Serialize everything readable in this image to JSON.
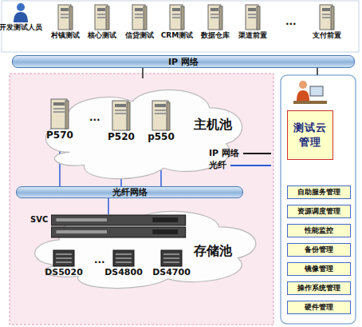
{
  "diagram": {
    "nodes": [
      {
        "text": [
          "开发测试人员"
        ]
      },
      {
        "text": [
          "村镇测试"
        ]
      },
      {
        "text": [
          "核心测试"
        ]
      },
      {
        "text": [
          "信贷测试"
        ]
      },
      {
        "text": [
          "CRM测试"
        ]
      },
      {
        "text": [
          "数据仓库"
        ]
      },
      {
        "text": [
          "渠道前置"
        ]
      },
      {
        "text": [
          "支付前置"
        ]
      },
      {
        "text": [
          "IP 网络"
        ]
      },
      {
        "text": [
          "主机池"
        ]
      },
      {
        "text": [
          "P570"
        ],
        "in": 9
      },
      {
        "text": [
          "P520"
        ],
        "in": 9
      },
      {
        "text": [
          "p550"
        ],
        "in": 9
      },
      {
        "text": [
          "光纤网络"
        ]
      },
      {
        "text": [
          "存储池"
        ]
      },
      {
        "text": [
          "SVC"
        ],
        "in": 14
      },
      {
        "text": [
          "DS5020"
        ],
        "in": 14
      },
      {
        "text": [
          "DS4800"
        ],
        "in": 14
      },
      {
        "text": [
          "DS4700"
        ],
        "in": 14
      },
      {
        "text": [
          "测试云管理"
        ]
      },
      {
        "text": [
          "自助服务管理"
        ]
      },
      {
        "text": [
          "资源调度管理"
        ]
      },
      {
        "text": [
          "性能监控"
        ]
      },
      {
        "text": [
          "备份管理"
        ]
      },
      {
        "text": [
          "镜像管理"
        ]
      },
      {
        "text": [
          "操作系统管理"
        ]
      },
      {
        "text": [
          "硬件管理"
        ]
      }
    ],
    "edges": [
      {
        "from": 8,
        "to": 9,
        "arrow": "none"
      },
      {
        "from": 10,
        "to": 13,
        "arrow": "none"
      },
      {
        "from": 11,
        "to": 13,
        "arrow": "none"
      },
      {
        "from": 12,
        "to": 13,
        "arrow": "none"
      },
      {
        "from": 13,
        "to": 15,
        "arrow": "none"
      },
      {
        "from": 15,
        "to": 16,
        "arrow": "none"
      },
      {
        "from": 15,
        "to": 17,
        "arrow": "none"
      },
      {
        "from": 15,
        "to": 18,
        "arrow": "none"
      }
    ],
    "labels": [
      "...",
      "...",
      "..."
    ],
    "legend": [
      {
        "text": "IP 网络"
      },
      {
        "text": "光纤"
      }
    ]
  }
}
